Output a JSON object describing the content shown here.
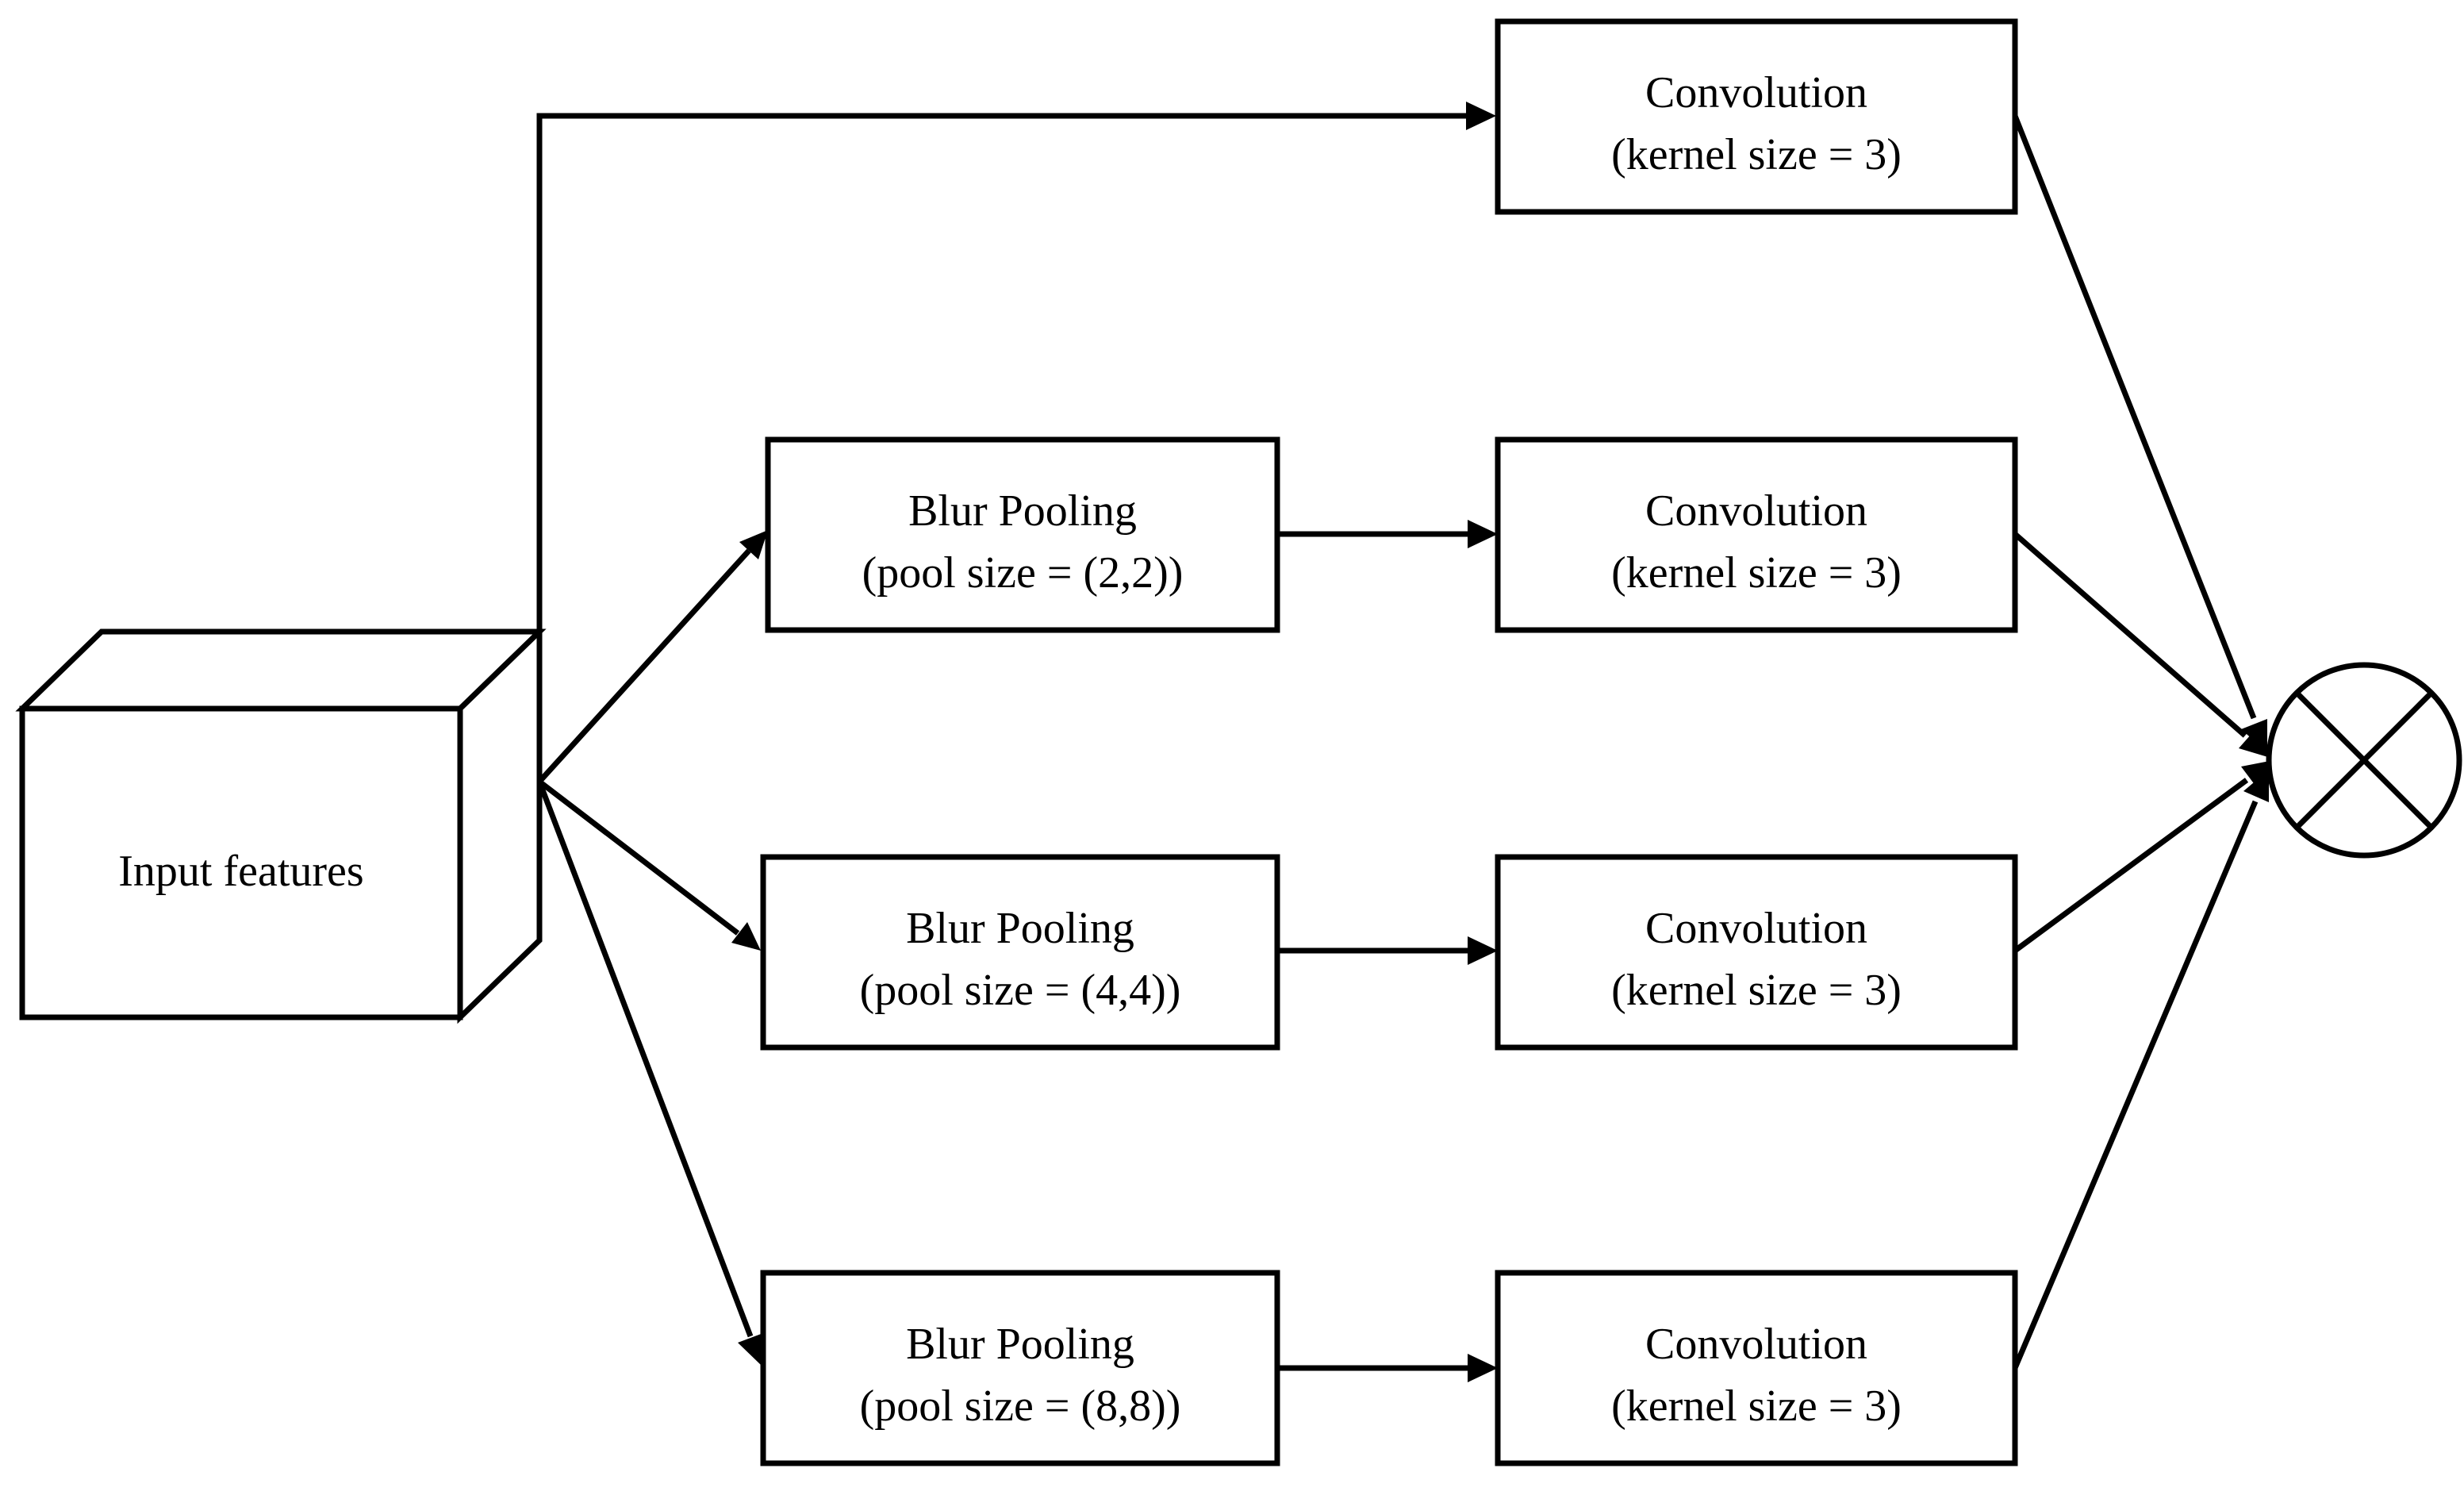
{
  "diagram": {
    "input": {
      "label": "Input features"
    },
    "conv_top": {
      "line1": "Convolution",
      "line2": "(kernel size = 3)"
    },
    "branches": [
      {
        "pool_line1": "Blur Pooling",
        "pool_line2": "(pool size = (2,2))",
        "conv_line1": "Convolution",
        "conv_line2": "(kernel size = 3)"
      },
      {
        "pool_line1": "Blur Pooling",
        "pool_line2": "(pool size = (4,4))",
        "conv_line1": "Convolution",
        "conv_line2": "(kernel size = 3)"
      },
      {
        "pool_line1": "Blur Pooling",
        "pool_line2": "(pool size = (8,8))",
        "conv_line1": "Convolution",
        "conv_line2": "(kernel size = 3)"
      }
    ],
    "merge": {
      "operator": "multiply"
    }
  }
}
